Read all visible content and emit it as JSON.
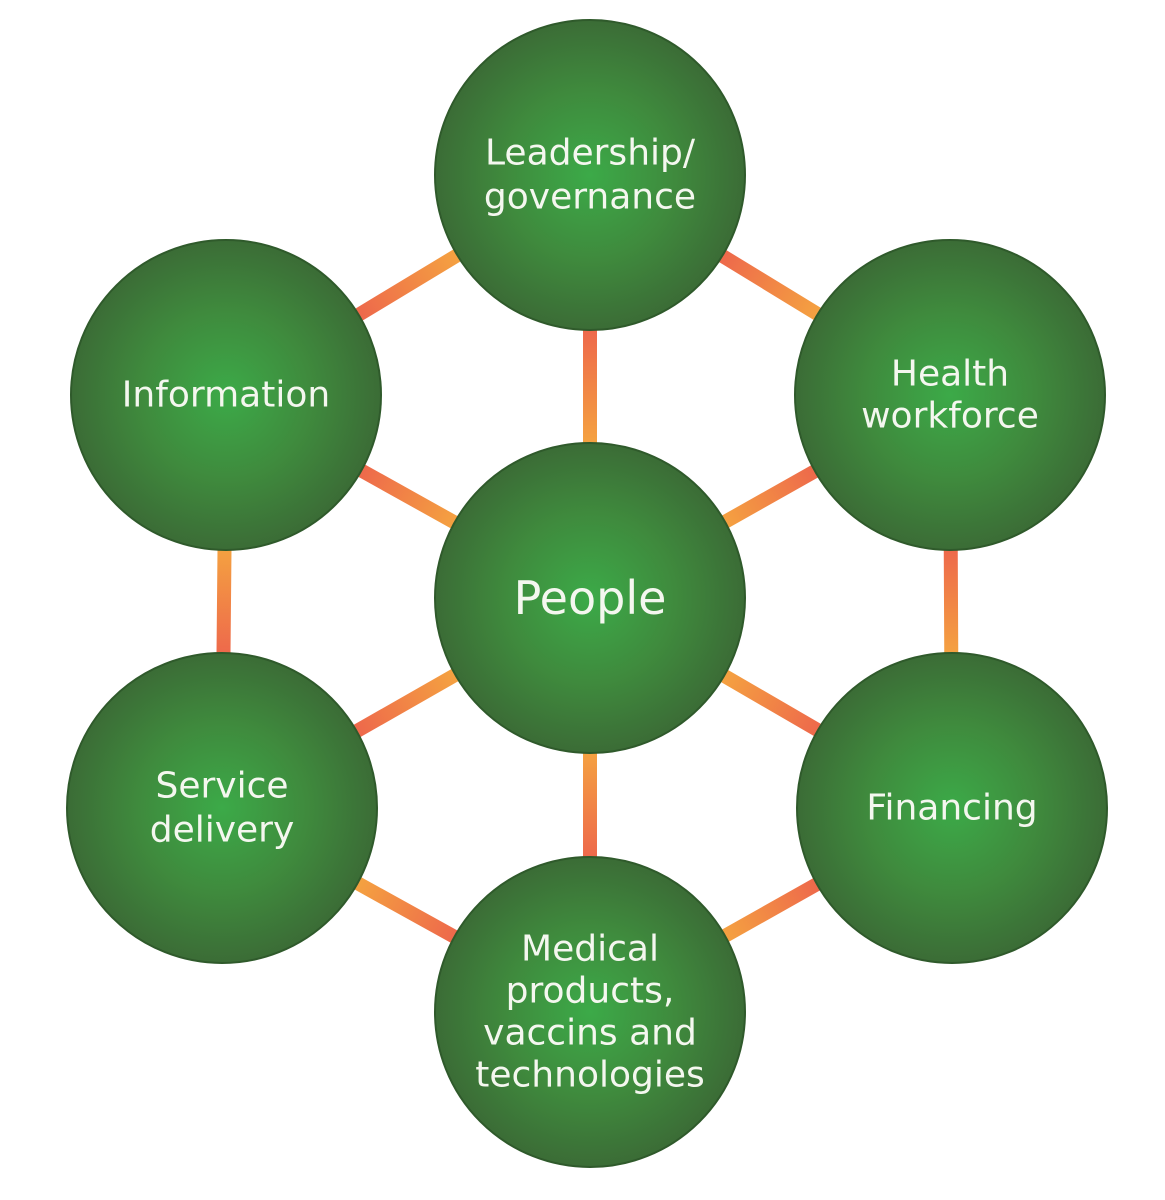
{
  "diagram": {
    "colors": {
      "node_center": "#3caa48",
      "node_edge": "#3b6c36",
      "node_outline": "#2f5a2b",
      "connector_red": "#ec5a4e",
      "connector_orange": "#f6b03e",
      "label_text": "#f4f7ef"
    },
    "nodes": [
      {
        "id": "people",
        "lines": [
          "People"
        ]
      },
      {
        "id": "leadership",
        "lines": [
          "Leadership/",
          "governance"
        ]
      },
      {
        "id": "health-workforce",
        "lines": [
          "Health",
          "workforce"
        ]
      },
      {
        "id": "financing",
        "lines": [
          "Financing"
        ]
      },
      {
        "id": "medical-products",
        "lines": [
          "Medical",
          "products,",
          "vaccins and",
          "technologies"
        ]
      },
      {
        "id": "service-delivery",
        "lines": [
          "Service",
          "delivery"
        ]
      },
      {
        "id": "information",
        "lines": [
          "Information"
        ]
      }
    ],
    "connections": [
      {
        "from": "leadership",
        "to": "people"
      },
      {
        "from": "health-workforce",
        "to": "people"
      },
      {
        "from": "financing",
        "to": "people"
      },
      {
        "from": "medical-products",
        "to": "people"
      },
      {
        "from": "service-delivery",
        "to": "people"
      },
      {
        "from": "information",
        "to": "people"
      },
      {
        "from": "leadership",
        "to": "health-workforce"
      },
      {
        "from": "health-workforce",
        "to": "financing"
      },
      {
        "from": "financing",
        "to": "medical-products"
      },
      {
        "from": "medical-products",
        "to": "service-delivery"
      },
      {
        "from": "service-delivery",
        "to": "information"
      },
      {
        "from": "information",
        "to": "leadership"
      }
    ]
  }
}
